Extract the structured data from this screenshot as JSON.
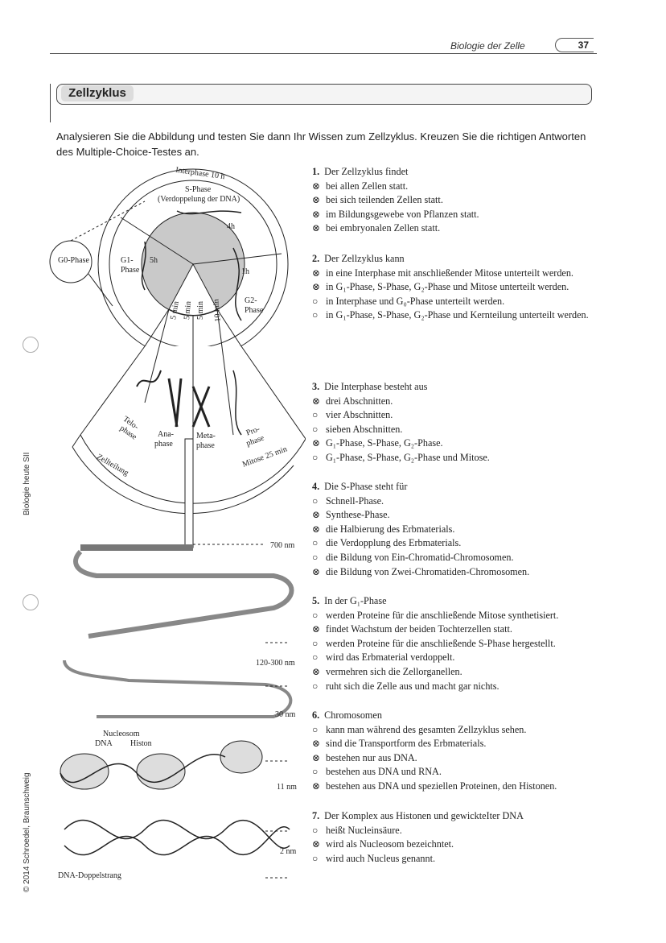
{
  "header": {
    "title": "Biologie der Zelle",
    "page": "37"
  },
  "section_title": "Zellzyklus",
  "intro": "Analysieren Sie die Abbildung und testen Sie dann Ihr Wissen zum Zellzyklus. Kreuzen Sie die richtigen Antworten des Multiple-Choice-Testes an.",
  "sidebar": {
    "left_top": "Biologie heute SII",
    "left_bottom": "© 2014 Schroedel, Braunschweig"
  },
  "figure": {
    "interphase": "Interphase 10 h",
    "s_phase": "S-Phase",
    "s_phase_sub": "(Verdoppelung der DNA)",
    "s_time": "4h",
    "g0": "G0-Phase",
    "g1": "G1-",
    "g1b": "Phase",
    "g1_time": "5h",
    "g2": "G2-",
    "g2b": "Phase",
    "g2_time": "1h",
    "t5a": "5 min",
    "t5b": "5 min",
    "t5c": "5 min",
    "t10": "10 min",
    "telo": "Telo-",
    "telob": "phase",
    "ana": "Ana-",
    "anab": "phase",
    "meta": "Meta-",
    "metab": "phase",
    "pro": "Pro-",
    "prob": "phase",
    "mitose": "Mitose 25 min",
    "zellteilung": "Zellteilung",
    "nm700": "700 nm",
    "nm120": "120-300 nm",
    "nm30": "30 nm",
    "nm11": "11 nm",
    "nm2": "2 nm",
    "nucleosom": "Nucleosom",
    "dna": "DNA",
    "histon": "Histon",
    "doppelstrang": "DNA-Doppelstrang"
  },
  "questions": [
    {
      "num": "1.",
      "text": "Der Zellzyklus findet",
      "options": [
        {
          "mark": "⊗",
          "text": "bei allen Zellen statt."
        },
        {
          "mark": "⊗",
          "text": "bei sich teilenden Zellen statt."
        },
        {
          "mark": "⊗",
          "text": "im Bildungsgewebe von Pflanzen statt."
        },
        {
          "mark": "⊗",
          "text": "bei embryonalen Zellen statt."
        }
      ]
    },
    {
      "num": "2.",
      "text": "Der Zellzyklus kann",
      "options": [
        {
          "mark": "⊗",
          "text": "in eine Interphase mit anschließender Mitose unterteilt werden."
        },
        {
          "mark": "⊗",
          "text": "in G₁-Phase, S-Phase, G₂-Phase und Mitose unterteilt werden."
        },
        {
          "mark": "○",
          "text": "in Interphase und G₀-Phase unterteilt werden."
        },
        {
          "mark": "○",
          "text": "in G₁-Phase, S-Phase, G₂-Phase und Kernteilung unterteilt werden."
        }
      ]
    },
    {
      "num": "3.",
      "text": "Die Interphase besteht aus",
      "options": [
        {
          "mark": "⊗",
          "text": "drei Abschnitten."
        },
        {
          "mark": "○",
          "text": "vier Abschnitten."
        },
        {
          "mark": "○",
          "text": "sieben Abschnitten."
        },
        {
          "mark": "⊗",
          "text": "G₁-Phase, S-Phase, G₂-Phase."
        },
        {
          "mark": "○",
          "text": "G₁-Phase, S-Phase, G₂-Phase und Mitose."
        }
      ]
    },
    {
      "num": "4.",
      "text": "Die S-Phase steht für",
      "options": [
        {
          "mark": "○",
          "text": "Schnell-Phase."
        },
        {
          "mark": "⊗",
          "text": "Synthese-Phase."
        },
        {
          "mark": "⊗",
          "text": "die Halbierung des Erbmaterials."
        },
        {
          "mark": "○",
          "text": "die Verdopplung des Erbmaterials."
        },
        {
          "mark": "○",
          "text": "die Bildung von Ein-Chromatid-Chromosomen."
        },
        {
          "mark": "⊗",
          "text": "die Bildung von Zwei-Chromatiden-Chromosomen."
        }
      ]
    },
    {
      "num": "5.",
      "text": "In der G₁-Phase",
      "options": [
        {
          "mark": "○",
          "text": "werden Proteine für die anschließende Mitose synthetisiert."
        },
        {
          "mark": "⊗",
          "text": "findet Wachstum der beiden Tochterzellen statt."
        },
        {
          "mark": "○",
          "text": "werden Proteine für die anschließende S-Phase hergestellt."
        },
        {
          "mark": "○",
          "text": "wird das Erbmaterial verdoppelt."
        },
        {
          "mark": "⊗",
          "text": "vermehren sich die Zellorganellen."
        },
        {
          "mark": "○",
          "text": "ruht sich die Zelle aus und macht gar nichts."
        }
      ]
    },
    {
      "num": "6.",
      "text": "Chromosomen",
      "options": [
        {
          "mark": "○",
          "text": "kann man während des gesamten Zellzyklus sehen."
        },
        {
          "mark": "⊗",
          "text": "sind die Transportform des Erbmaterials."
        },
        {
          "mark": "⊗",
          "text": "bestehen nur aus DNA."
        },
        {
          "mark": "○",
          "text": "bestehen aus DNA und RNA."
        },
        {
          "mark": "⊗",
          "text": "bestehen aus DNA und speziellen Proteinen, den Histonen."
        }
      ]
    },
    {
      "num": "7.",
      "text": "Der Komplex aus Histonen und gewickteIter DNA",
      "options": [
        {
          "mark": "○",
          "text": "heißt Nucleinsäure."
        },
        {
          "mark": "⊗",
          "text": "wird als Nucleosom bezeichntet."
        },
        {
          "mark": "○",
          "text": "wird auch Nucleus genannt."
        }
      ]
    }
  ]
}
